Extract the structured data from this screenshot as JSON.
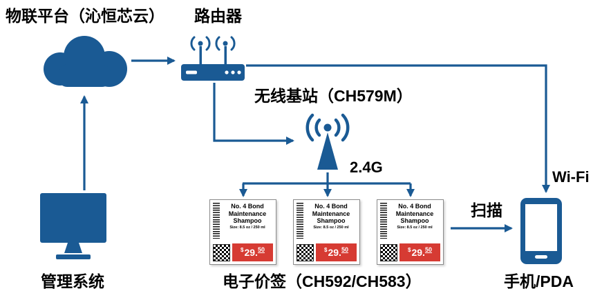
{
  "colors": {
    "primary": "#1a5a94",
    "price_red": "#d63b33"
  },
  "nodes": {
    "iot_platform": {
      "label": "物联平台（沁恒芯云）",
      "icon": "cloud-icon"
    },
    "router": {
      "label": "路由器",
      "icon": "router-icon"
    },
    "base_station": {
      "label": "无线基站（CH579M）",
      "icon": "broadcast-antenna-icon"
    },
    "management_system": {
      "label": "管理系统",
      "icon": "monitor-icon"
    },
    "price_tags": {
      "label": "电子价签（CH592/CH583）",
      "icon": "price-tag"
    },
    "phone": {
      "label": "手机/PDA",
      "icon": "smartphone-icon"
    }
  },
  "edge_labels": {
    "frequency": "2.4G",
    "wifi": "Wi-Fi",
    "scan": "扫描"
  },
  "price_tag": {
    "title_line1": "No. 4 Bond",
    "title_line2": "Maintenance",
    "title_line3": "Shampoo",
    "subtitle": "Size: 8.5 oz / 250 ml",
    "price_currency": "$",
    "price_main": "29.",
    "price_cents": "50"
  }
}
